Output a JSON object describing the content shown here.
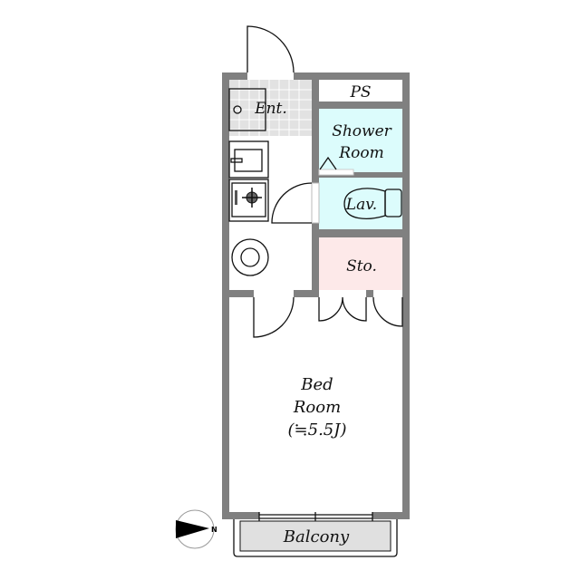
{
  "rooms": {
    "entrance": "Ent.",
    "ps": "PS",
    "shower_line1": "Shower",
    "shower_line2": "Room",
    "lavatory": "Lav.",
    "storage": "Sto.",
    "bedroom_line1": "Bed",
    "bedroom_line2": "Room",
    "bedroom_size": "(≒5.5J)",
    "balcony": "Balcony"
  },
  "compass": {
    "label": "N"
  },
  "colors": {
    "wall": "#808080",
    "wet_area": "#dcfcfc",
    "storage": "#fde9e9",
    "tile": "#e2e2e2",
    "balcony": "#e0e0e0"
  }
}
